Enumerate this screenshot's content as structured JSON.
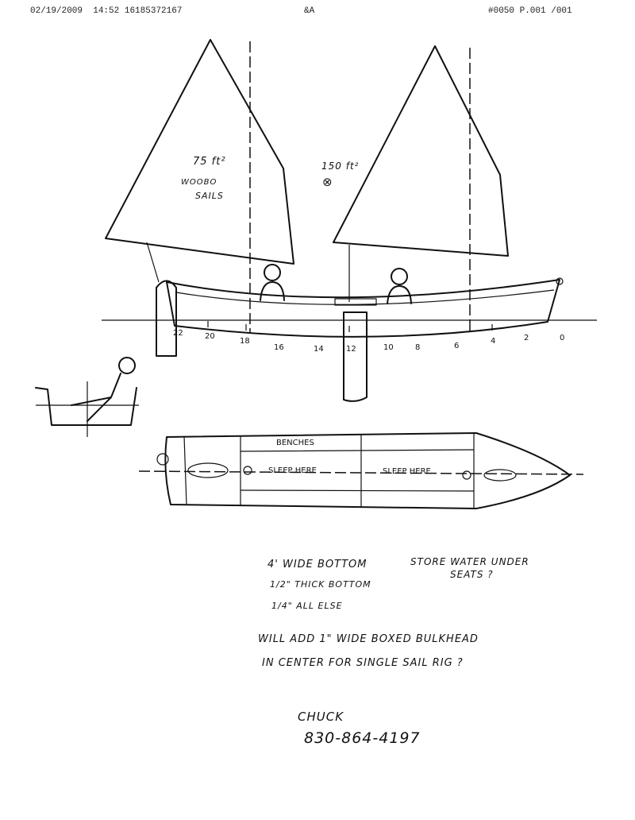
{
  "fax_header": {
    "date": "02/19/2009",
    "time": "14:52",
    "phone": "16185372167",
    "center": "&A",
    "page": "#0050 P.001 /001"
  },
  "sketch": {
    "sail_left_area": "75 ft²",
    "sail_left_note_1": "WOOBO",
    "sail_left_note_2": "SAILS",
    "sail_right_area": "150 ft²",
    "sail_right_symbol": "⊗",
    "stations": [
      "22",
      "20",
      "18",
      "16",
      "14",
      "12",
      "10",
      "8",
      "6",
      "4",
      "2",
      "0"
    ],
    "plan_labels": {
      "benches": "BENCHES",
      "sleep_left": "SLEEP HERE",
      "sleep_right": "SLEEP HERE"
    }
  },
  "notes": {
    "bottom_width": "4' WIDE BOTTOM",
    "bottom_thick": "1/2\" THICK BOTTOM",
    "all_else": "1/4\" ALL ELSE",
    "water_1": "STORE WATER UNDER",
    "water_2": "SEATS ?",
    "bulkhead_1": "WILL ADD 1\" WIDE BOXED BULKHEAD",
    "bulkhead_2": "IN CENTER FOR SINGLE SAIL RIG ?"
  },
  "signature": {
    "name": "CHUCK",
    "phone": "830-864-4197"
  }
}
